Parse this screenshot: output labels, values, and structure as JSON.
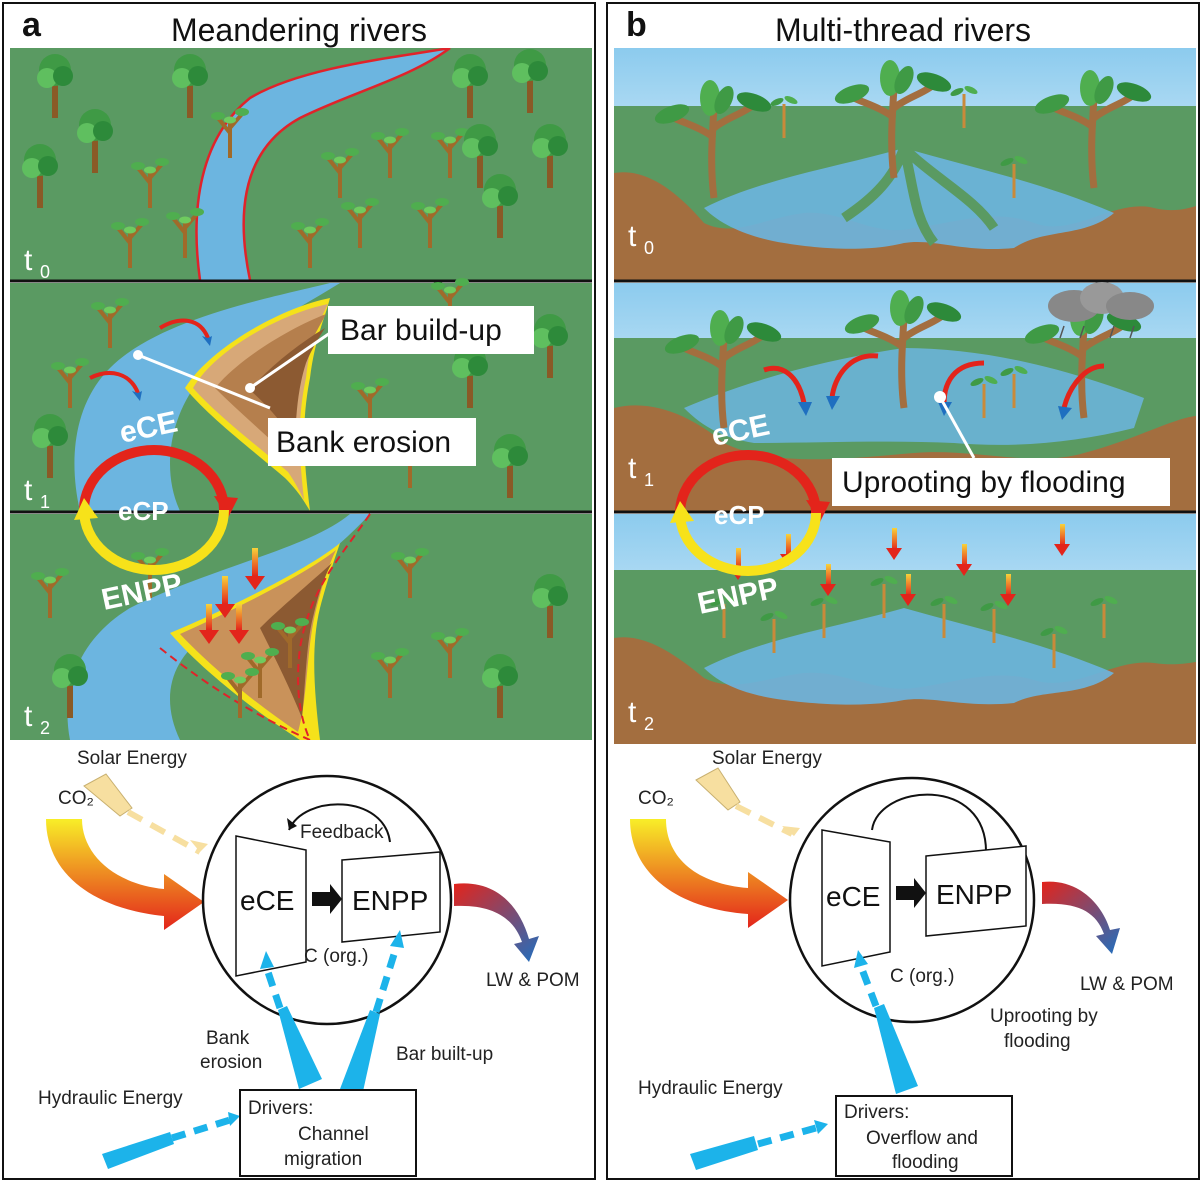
{
  "panel_a": {
    "letter": "a",
    "title": "Meandering rivers",
    "time_labels": [
      "t",
      "t",
      "t"
    ],
    "time_subs": [
      "0",
      "1",
      "2"
    ],
    "callouts": {
      "bar": "Bar build-up",
      "bank": "Bank erosion"
    },
    "cycle": {
      "top": "eCE",
      "middle": "eCP",
      "bottom": "ENPP"
    },
    "diagram": {
      "solar": "Solar Energy",
      "co2": "CO₂",
      "feedback": "Feedback",
      "ece": "eCE",
      "enpp": "ENPP",
      "corg": "C (org.)",
      "output": "LW & POM",
      "driver_label_1a": "Bank",
      "driver_label_1b": "erosion",
      "driver_label_2": "Bar built-up",
      "hydraulic": "Hydraulic Energy",
      "drivers_title": "Drivers:",
      "drivers_line1": "Channel",
      "drivers_line2": "migration"
    }
  },
  "panel_b": {
    "letter": "b",
    "title": "Multi-thread rivers",
    "time_labels": [
      "t",
      "t",
      "t"
    ],
    "time_subs": [
      "0",
      "1",
      "2"
    ],
    "callouts": {
      "uproot": "Uprooting by flooding"
    },
    "cycle": {
      "top": "eCE",
      "middle": "eCP",
      "bottom": "ENPP"
    },
    "diagram": {
      "solar": "Solar Energy",
      "co2": "CO₂",
      "ece": "eCE",
      "enpp": "ENPP",
      "corg": "C (org.)",
      "output": "LW & POM",
      "driver_label_a": "Uprooting by",
      "driver_label_b": "flooding",
      "hydraulic": "Hydraulic Energy",
      "drivers_title": "Drivers:",
      "drivers_line1": "Overflow and",
      "drivers_line2": "flooding"
    }
  },
  "colors": {
    "vegetation": "#5a9a62",
    "water": "#6cb5e0",
    "soil": "#a36e3f",
    "bar": "#c9925a",
    "bar_outline": "#f5e21a",
    "bank_line": "#e0232a",
    "cycle_red": "#e3241b",
    "cycle_yellow": "#f7e21a",
    "driver_blue": "#1cb3ea",
    "sky": "#bfe3f5"
  }
}
